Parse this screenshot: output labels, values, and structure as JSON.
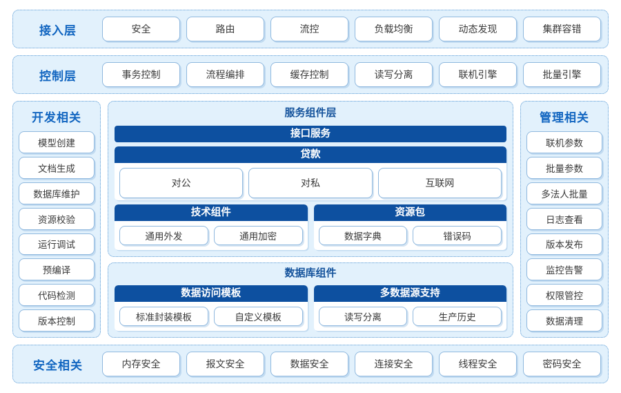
{
  "colors": {
    "panel_bg": "#E2F1FC",
    "panel_border": "#5B9BD5",
    "bar_blue": "#0D50A0",
    "label_blue": "#1165C0",
    "pill_text": "#3A3A3A",
    "pill_border": "#8FB8DE"
  },
  "access_layer": {
    "label": "接入层",
    "items": [
      "安全",
      "路由",
      "流控",
      "负载均衡",
      "动态发现",
      "集群容错"
    ]
  },
  "control_layer": {
    "label": "控制层",
    "items": [
      "事务控制",
      "流程编排",
      "缓存控制",
      "读写分离",
      "联机引擎",
      "批量引擎"
    ]
  },
  "dev_sidebar": {
    "title": "开发相关",
    "items": [
      "模型创建",
      "文档生成",
      "数据库维护",
      "资源校验",
      "运行调试",
      "预编译",
      "代码检测",
      "版本控制"
    ]
  },
  "manage_sidebar": {
    "title": "管理相关",
    "items": [
      "联机参数",
      "批量参数",
      "多法人批量",
      "日志查看",
      "版本发布",
      "监控告警",
      "权限管控",
      "数据清理"
    ]
  },
  "service_component_layer": {
    "title": "服务组件层",
    "interface_service": "接口服务",
    "loan": {
      "title": "贷款",
      "items": [
        "对公",
        "对私",
        "互联网"
      ]
    },
    "tech_component": {
      "title": "技术组件",
      "items": [
        "通用外发",
        "通用加密"
      ]
    },
    "resource_package": {
      "title": "资源包",
      "items": [
        "数据字典",
        "错误码"
      ]
    }
  },
  "database_component": {
    "title": "数据库组件",
    "data_access_template": {
      "title": "数据访问模板",
      "items": [
        "标准封装模板",
        "自定义模板"
      ]
    },
    "multi_datasource": {
      "title": "多数据源支持",
      "items": [
        "读写分离",
        "生产历史"
      ]
    }
  },
  "security_layer": {
    "label": "安全相关",
    "items": [
      "内存安全",
      "报文安全",
      "数据安全",
      "连接安全",
      "线程安全",
      "密码安全"
    ]
  }
}
